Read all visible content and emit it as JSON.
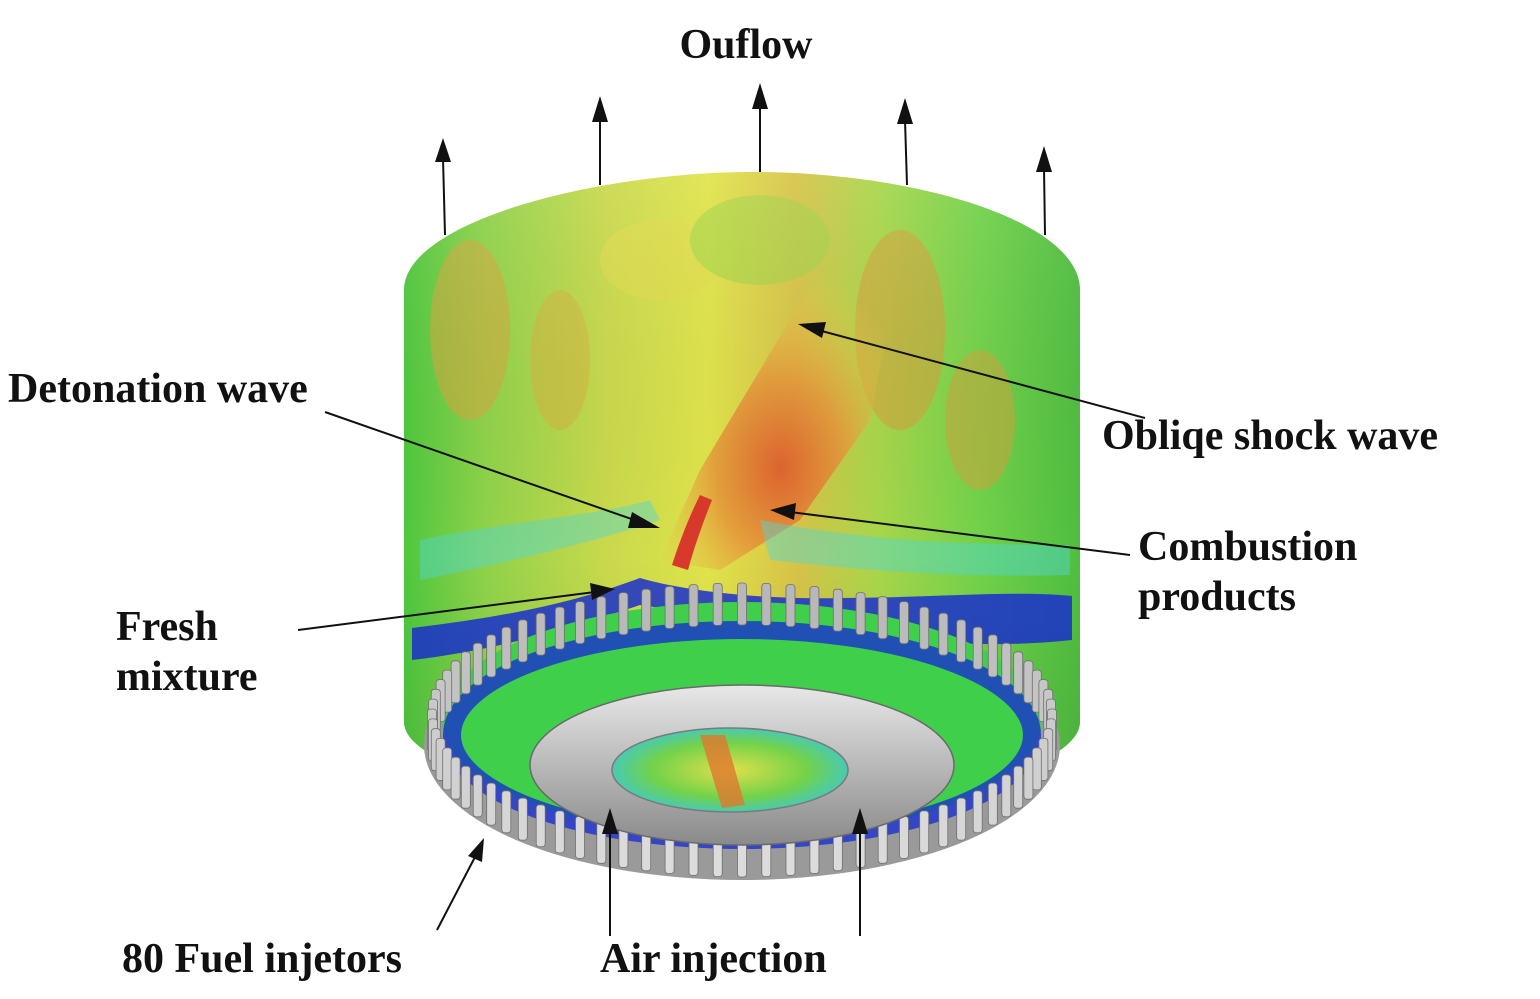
{
  "labels": {
    "outflow": "Ouflow",
    "detonation_wave": "Detonation wave",
    "oblique_shock_wave": "Obliqe shock wave",
    "combustion_products_line1": "Combustion",
    "combustion_products_line2": "products",
    "fresh_mixture_line1": "Fresh",
    "fresh_mixture_line2": "mixture",
    "fuel_injectors": "80 Fuel injetors",
    "air_injection": "Air injection"
  },
  "colors": {
    "field_green": "#5fd64a",
    "field_yellow": "#e0e84a",
    "field_orange": "#e39a3a",
    "field_red": "#d8452a",
    "field_blue": "#1a2fd0",
    "field_cyan": "#4fd6d8",
    "injector_grey": "#c8c8c8",
    "text": "#111111"
  },
  "counts": {
    "fuel_injectors": 80
  }
}
